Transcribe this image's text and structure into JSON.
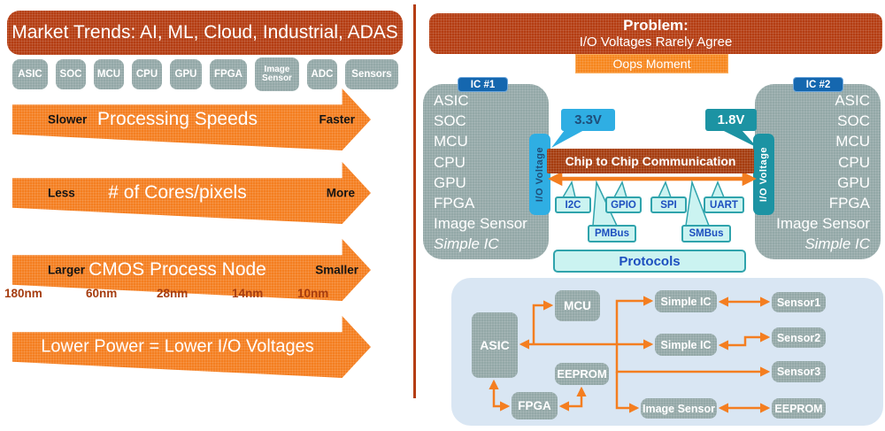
{
  "colors": {
    "dark_red": "#B43D12",
    "orange": "#F47E20",
    "gray_teal": "#93A8A7",
    "badge_blue": "#1567AF",
    "cyan": "#2FAEE3",
    "teal": "#1C93A3",
    "protocol_fill": "#CBF3F1",
    "protocol_border": "#2FA3AC",
    "protocol_text": "#1D4FBF",
    "panel_blue": "#D9E6F3"
  },
  "left": {
    "title": "Market Trends: AI, ML, Cloud, Industrial, ADAS",
    "chips": [
      "ASIC",
      "SOC",
      "MCU",
      "CPU",
      "GPU",
      "FPGA",
      "Image Sensor",
      "ADC",
      "Sensors"
    ],
    "arrows": [
      {
        "left_label": "Slower",
        "center": "Processing Speeds",
        "right_label": "Faster"
      },
      {
        "left_label": "Less",
        "center": "# of Cores/pixels",
        "right_label": "More"
      },
      {
        "left_label": "Larger",
        "center": "CMOS Process Node",
        "right_label": "Smaller"
      },
      {
        "center": "Lower Power = Lower I/O Voltages"
      }
    ],
    "process_nodes": [
      "180nm",
      "60nm",
      "28nm",
      "14nm",
      "10nm"
    ]
  },
  "right": {
    "problem_title": "Problem:",
    "problem_subtitle": "I/O Voltages Rarely Agree",
    "oops_label": "Oops Moment",
    "ic1_badge": "IC #1",
    "ic2_badge": "IC #2",
    "ic_items": [
      "ASIC",
      "SOC",
      "MCU",
      "CPU",
      "GPU",
      "FPGA",
      "Image Sensor",
      "Simple IC"
    ],
    "io_voltage_label": "I/O Voltage",
    "voltage_left": "3.3V",
    "voltage_right": "1.8V",
    "bus_label": "Chip to Chip Communication",
    "protocols_row1": [
      "I2C",
      "GPIO",
      "SPI",
      "UART"
    ],
    "protocols_row2": [
      "PMBus",
      "SMBus"
    ],
    "protocols_label": "Protocols",
    "network": {
      "asic": "ASIC",
      "mcu": "MCU",
      "eeprom_top": "EEPROM",
      "fpga": "FPGA",
      "simple_ic_1": "Simple IC",
      "simple_ic_2": "Simple IC",
      "image_sensor": "Image Sensor",
      "sensor1": "Sensor1",
      "sensor2": "Sensor2",
      "sensor3": "Sensor3",
      "eeprom_right": "EEPROM"
    }
  }
}
